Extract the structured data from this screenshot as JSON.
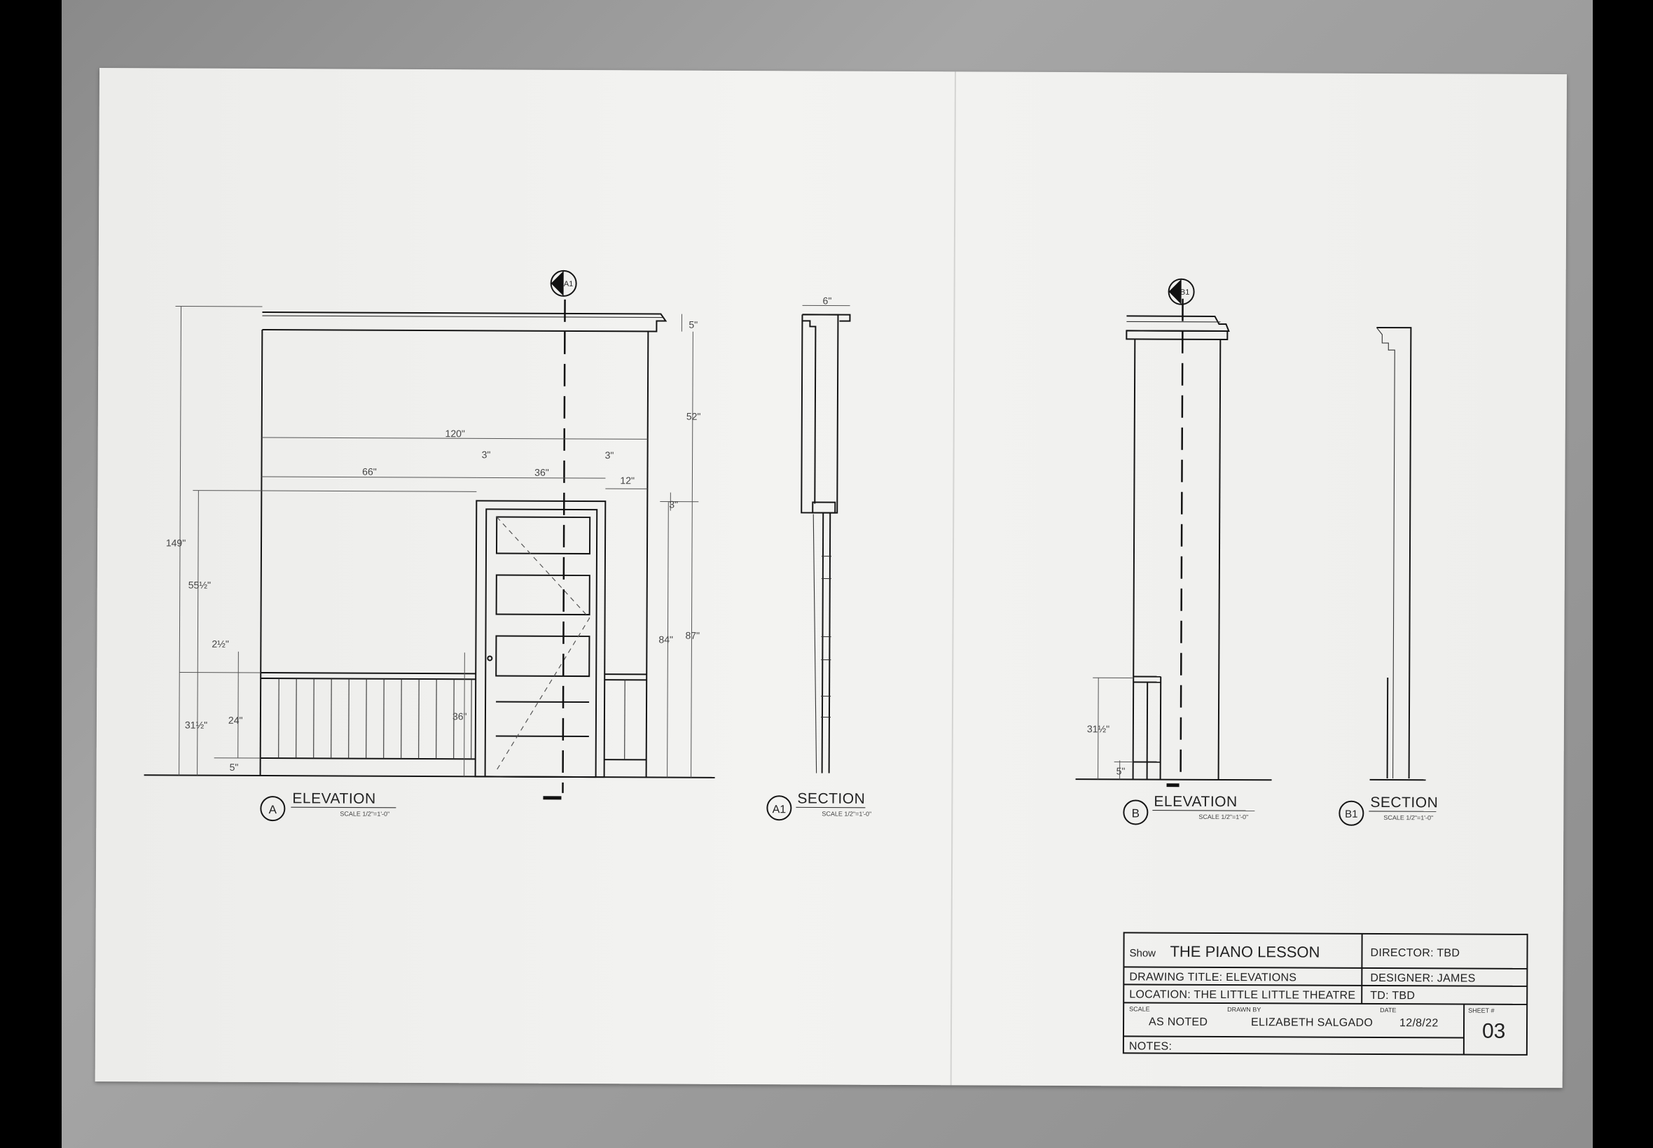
{
  "views": {
    "a": {
      "id": "A",
      "title": "ELEVATION",
      "scale": "SCALE 1/2\"=1'-0\"",
      "callout": "A1"
    },
    "a1": {
      "id": "A1",
      "title": "SECTION",
      "scale": "SCALE 1/2\"=1'-0\""
    },
    "b": {
      "id": "B",
      "title": "ELEVATION",
      "scale": "SCALE 1/2\"=1'-0\"",
      "callout": "B1"
    },
    "b1": {
      "id": "B1",
      "title": "SECTION",
      "scale": "SCALE 1/2\"=1'-0\""
    }
  },
  "dimensions": {
    "a_overall_height": "149\"",
    "a_cornice": "5\"",
    "a_upper": "52\"",
    "a_width": "120\"",
    "a_left": "66\"",
    "a_door": "36\"",
    "a_casing_left": "3\"",
    "a_casing_right": "3\"",
    "a_right": "12\"",
    "a_head": "3\"",
    "a_wall_mid": "55½\"",
    "a_chair_rail": "2½\"",
    "a_door_height": "84\"",
    "a_opening_height": "87\"",
    "a_wainscot": "31½\"",
    "a_panel": "24\"",
    "a_base": "5\"",
    "a_knob": "36\"",
    "a1_top": "6\"",
    "b_wainscot": "31½\"",
    "b_base": "5\""
  },
  "title_block": {
    "show_label": "Show",
    "show": "THE PIANO LESSON",
    "director": "DIRECTOR: TBD",
    "drawing_title": "DRAWING TITLE:  ELEVATIONS",
    "designer": "DESIGNER: JAMES",
    "location": "LOCATION: THE LITTLE LITTLE THEATRE",
    "td": "TD: TBD",
    "scale_label": "SCALE",
    "scale": "AS NOTED",
    "drawn_by_label": "DRAWN BY",
    "drawn_by": "ELIZABETH SALGADO",
    "date_label": "DATE",
    "date": "12/8/22",
    "sheet_label": "SHEET #",
    "sheet": "03",
    "notes": "NOTES:"
  }
}
